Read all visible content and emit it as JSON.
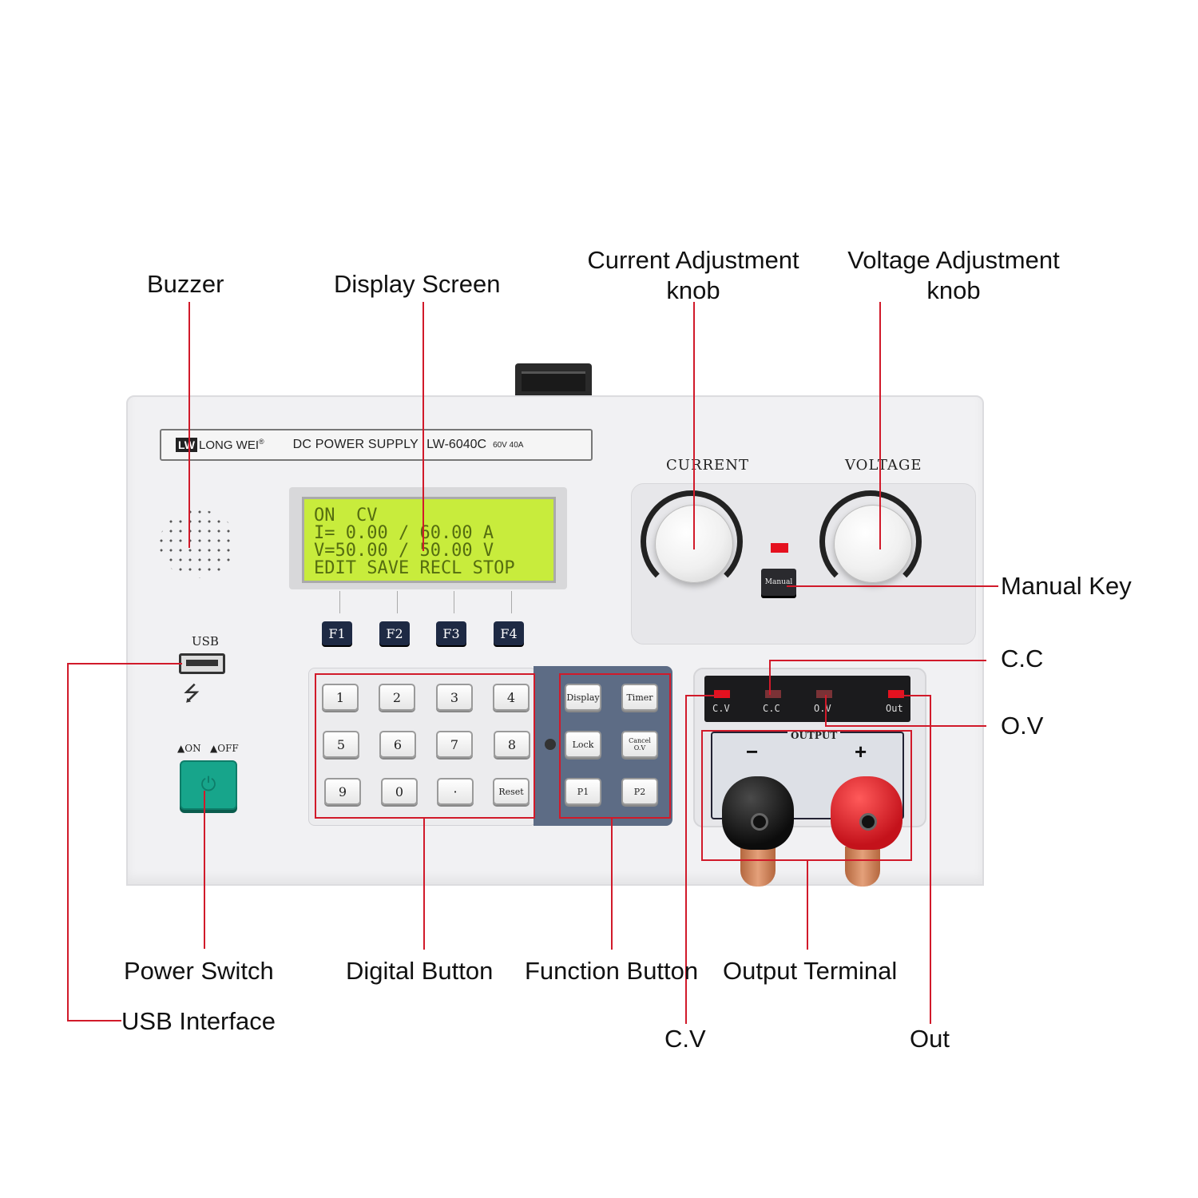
{
  "callouts": {
    "buzzer": "Buzzer",
    "display_screen": "Display Screen",
    "current_knob_line1": "Current Adjustment",
    "current_knob_line2": "knob",
    "voltage_knob_line1": "Voltage Adjustment",
    "voltage_knob_line2": "knob",
    "manual_key": "Manual Key",
    "cc": "C.C",
    "ov": "O.V",
    "power_switch": "Power Switch",
    "usb_interface": "USB Interface",
    "digital_button": "Digital Button",
    "function_button": "Function Button",
    "output_terminal": "Output Terminal",
    "cv": "C.V",
    "out": "Out"
  },
  "device": {
    "brand_logo": "LW",
    "brand_name": "LONG WEI",
    "brand_reg": "®",
    "product_title": "DC POWER SUPPLY",
    "model": "LW-6040C",
    "spec": "60V 40A",
    "lcd": {
      "line1": "ON  CV",
      "line2": "I= 0.00 / 60.00 A",
      "line3": "V=50.00 / 50.00 V",
      "line4": "EDIT SAVE RECL STOP"
    },
    "fkeys": [
      "F1",
      "F2",
      "F3",
      "F4"
    ],
    "knob_current_label": "CURRENT",
    "knob_voltage_label": "VOLTAGE",
    "manual_label": "Manual",
    "usb_label": "USB",
    "usb_symbol": "⭍",
    "power_on_label": "▲ON",
    "power_off_label": "▲OFF",
    "digit_keys": [
      "1",
      "2",
      "3",
      "4",
      "5",
      "6",
      "7",
      "8",
      "9",
      "0",
      "·",
      "Reset"
    ],
    "function_keys": [
      "Display",
      "Timer",
      "Lock",
      "Cancel O.V",
      "P1",
      "P2"
    ],
    "indicators": [
      "C.V",
      "C.C",
      "O.V",
      "Out"
    ],
    "output_label": "OUTPUT",
    "minus_sign": "−",
    "plus_sign": "+"
  },
  "colors": {
    "callout_line": "#d11a2a",
    "lcd_background": "#c8ec3c",
    "power_button": "#17a58b",
    "function_panel": "#5d6c85"
  }
}
